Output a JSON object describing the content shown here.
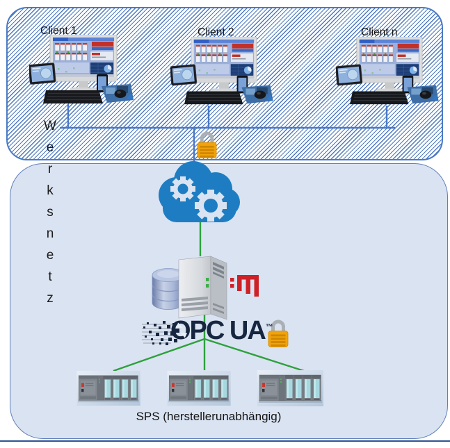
{
  "colors": {
    "box_border": "#4a7ac5",
    "hatch_line": "#4d7ac0",
    "lower_box_fill": "#dae3f1",
    "lower_box_border": "#5f7fba",
    "network_line": "#4a78c5",
    "green_line": "#2da13c",
    "cloud_blue": "#1e7dc2",
    "lock_orange": "#f2a30b",
    "opcua_navy": "#17263f",
    "vendor_red": "#ce2127",
    "bottom_line": "#2d5493"
  },
  "network": {
    "label_vertical": "Werksnetz",
    "letters": [
      "W",
      "e",
      "r",
      "k",
      "s",
      "n",
      "e",
      "t",
      "z"
    ]
  },
  "clients": {
    "items": [
      {
        "label": "Client 1"
      },
      {
        "label": "Client 2"
      },
      {
        "label": "Client n"
      }
    ]
  },
  "middleware": {
    "opcua_text": "OPC UA",
    "opcua_tm": "™"
  },
  "plc": {
    "caption": "SPS (herstellerunabhängig)"
  },
  "icons": {
    "client": "client-workstation-icon",
    "network_lock": "padlock-icon",
    "cloud": "cloud-gears-icon",
    "database": "database-icon",
    "server": "server-tower-icon",
    "vendor": "red-m-logo",
    "opcua_lock": "padlock-icon",
    "plc": "plc-rack-icon"
  }
}
